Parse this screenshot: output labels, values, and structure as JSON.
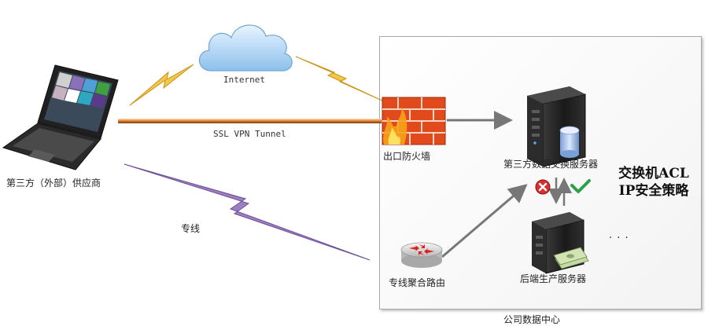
{
  "nodes": {
    "vendor": "第三方（外部）供应商",
    "internet": "Internet",
    "firewall": "出口防火墙",
    "exchange_server": "第三方数据交换服务器",
    "backend_server": "后端生产服务器",
    "aggregation_router": "专线聚合路由",
    "datacenter": "公司数据中心"
  },
  "links": {
    "vpn": "SSL VPN Tunnel",
    "leased_line": "专线"
  },
  "policy": {
    "line1": "交换机ACL",
    "line2": "IP安全策略"
  },
  "ellipsis": "· · ·",
  "colors": {
    "vpn_line": "#e08030",
    "leased_line": "#8a6aa8",
    "lightning": "#f0b020",
    "arrow": "#777777",
    "firewall": "#e04a1c",
    "deny": "#d03030",
    "allow": "#2aa048"
  },
  "icons": [
    "laptop-icon",
    "cloud-icon",
    "firewall-icon",
    "server-icon",
    "router-icon",
    "deny-icon",
    "check-icon",
    "money-icon"
  ]
}
